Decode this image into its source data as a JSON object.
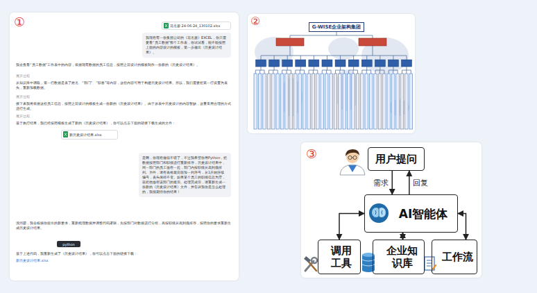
{
  "diagram": {
    "nodes": [
      {
        "text": [
          "花名册 24-06-24_130102.xlsx"
        ]
      },
      {
        "text": [
          "我现在有一份集团公司的《花名册》EXCEL，你只需要看“员工数据”那个工作表，你试试看，能不能按照上面的内容设计的模板，第一步做出《历史设计结果》。"
        ]
      },
      {
        "text": [
          "新历史设计结果.xlsx"
        ]
      },
      {
        "text": [
          "是啊，你现在做得不错了，不过我希望你用Python，把数据按照部门和职级进行重新排序，历史设计结果中，同一部门的员工放在一起，部门内按职级从高到低排列。另外，请在表格最前面加一列序号，从1开始连续编号，表头保持不变。如果某个员工的职级信息为空，就把他放在该部门的最后。处理完成后，请重新生成一份新的《历史设计结果》文件，并告诉我你是怎么处理的，我很期待你的结果！"
        ]
      },
      {
        "text": [
          "python"
        ]
      },
      {
        "text": [
          "G-WISE企业架构集团"
        ]
      },
      {
        "text": [
          "用户提问"
        ]
      },
      {
        "text": [
          "AI智能体"
        ]
      },
      {
        "text": [
          "调用工具"
        ]
      },
      {
        "text": [
          "企业知识库"
        ]
      },
      {
        "text": [
          "工作流"
        ]
      }
    ],
    "edges": [
      {
        "from": 6,
        "to": 7,
        "label": "需求",
        "arrow": "to"
      },
      {
        "from": 7,
        "to": 6,
        "label": "回复",
        "arrow": "to"
      },
      {
        "from": 7,
        "to": 8,
        "arrow": "both"
      },
      {
        "from": 7,
        "to": 9,
        "arrow": "both"
      },
      {
        "from": 7,
        "to": 10,
        "arrow": "both"
      }
    ],
    "labels": [
      "①",
      "我会查看“员工数据”工作表中的内容，依据现有数据的员工信息，按照之前设计的模板制作一份新的《历史设计结果》。",
      "展开过程",
      "从知识库中调取，第一行数据是表了姓名、“部门”、“职务”等内容，这些内容可用于构建历史设计结果。所以，我们需要把第一行设置为表头，重新加载数据。",
      "展开过程",
      "接下来我将依据这些员工信息，按照之前设计的模板生成一份新的《历史设计结果》。由于原表中历史设计的内容暂缺，这里采用合理的方式进行生成。",
      "展开过程",
      "基于执行结果，我已经按照模板生成了新的《历史设计结果》，你可以点击下面的链接下载生成的文件：",
      "没问题，我会根据你提出的新要求，重新梳理数据并调整代码逻辑，先按部门对数据进行分组，再按职级从高到低排序，按照你的要求重新生成历史设计结果。",
      "基于上述代码，我重新生成了《历史设计结果》，你可以点击下面的链接下载：",
      "新历史设计结果.xlsx",
      "②",
      "③"
    ]
  }
}
